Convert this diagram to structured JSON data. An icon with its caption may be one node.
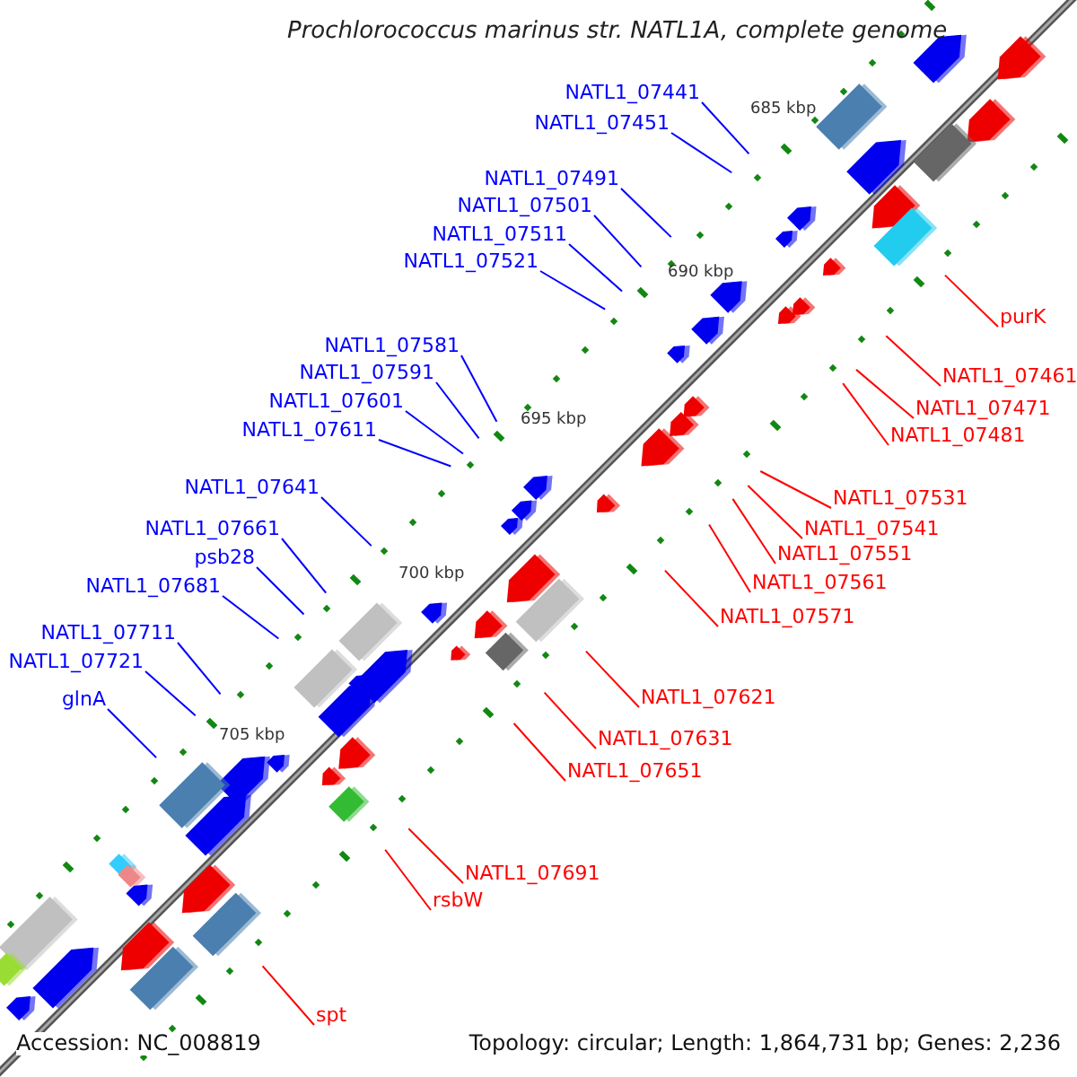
{
  "diagram": {
    "title": "Prochlorococcus marinus str. NATL1A, complete genome",
    "nodes": [
      {
        "text": [
          "NATL1_07441"
        ]
      },
      {
        "text": [
          "NATL1_07451"
        ]
      },
      {
        "text": [
          "NATL1_07491"
        ]
      },
      {
        "text": [
          "NATL1_07501"
        ]
      },
      {
        "text": [
          "NATL1_07511"
        ]
      },
      {
        "text": [
          "NATL1_07521"
        ]
      },
      {
        "text": [
          "NATL1_07581"
        ]
      },
      {
        "text": [
          "NATL1_07591"
        ]
      },
      {
        "text": [
          "NATL1_07601"
        ]
      },
      {
        "text": [
          "NATL1_07611"
        ]
      },
      {
        "text": [
          "NATL1_07641"
        ]
      },
      {
        "text": [
          "NATL1_07661"
        ]
      },
      {
        "text": [
          "psb28"
        ]
      },
      {
        "text": [
          "NATL1_07681"
        ]
      },
      {
        "text": [
          "NATL1_07711"
        ]
      },
      {
        "text": [
          "NATL1_07721"
        ]
      },
      {
        "text": [
          "glnA"
        ]
      },
      {
        "text": [
          "purK"
        ]
      },
      {
        "text": [
          "NATL1_07461"
        ]
      },
      {
        "text": [
          "NATL1_07471"
        ]
      },
      {
        "text": [
          "NATL1_07481"
        ]
      },
      {
        "text": [
          "NATL1_07531"
        ]
      },
      {
        "text": [
          "NATL1_07541"
        ]
      },
      {
        "text": [
          "NATL1_07551"
        ]
      },
      {
        "text": [
          "NATL1_07561"
        ]
      },
      {
        "text": [
          "NATL1_07571"
        ]
      },
      {
        "text": [
          "NATL1_07621"
        ]
      },
      {
        "text": [
          "NATL1_07631"
        ]
      },
      {
        "text": [
          "NATL1_07651"
        ]
      },
      {
        "text": [
          "NATL1_07691"
        ]
      },
      {
        "text": [
          "rsbW"
        ]
      },
      {
        "text": [
          "spt"
        ]
      }
    ],
    "edges": [
      {
        "from": 0,
        "to": null,
        "arrow": "none"
      },
      {
        "from": 1,
        "to": null,
        "arrow": "none"
      },
      {
        "from": 2,
        "to": null,
        "arrow": "none"
      },
      {
        "from": 3,
        "to": null,
        "arrow": "none"
      },
      {
        "from": 4,
        "to": null,
        "arrow": "none"
      },
      {
        "from": 5,
        "to": null,
        "arrow": "none"
      },
      {
        "from": 6,
        "to": null,
        "arrow": "none"
      },
      {
        "from": 7,
        "to": null,
        "arrow": "none"
      },
      {
        "from": 8,
        "to": null,
        "arrow": "none"
      },
      {
        "from": 9,
        "to": null,
        "arrow": "none"
      },
      {
        "from": 10,
        "to": null,
        "arrow": "none"
      },
      {
        "from": 11,
        "to": null,
        "arrow": "none"
      },
      {
        "from": 12,
        "to": null,
        "arrow": "none"
      },
      {
        "from": 13,
        "to": null,
        "arrow": "none"
      },
      {
        "from": 14,
        "to": null,
        "arrow": "none"
      },
      {
        "from": 15,
        "to": null,
        "arrow": "none"
      },
      {
        "from": 16,
        "to": null,
        "arrow": "none"
      },
      {
        "from": 17,
        "to": null,
        "arrow": "none",
        "color": "#ff0000"
      },
      {
        "from": 18,
        "to": null,
        "arrow": "none",
        "color": "#ff0000"
      },
      {
        "from": 19,
        "to": null,
        "arrow": "none",
        "color": "#ff0000"
      },
      {
        "from": 20,
        "to": null,
        "arrow": "none",
        "color": "#ff0000"
      },
      {
        "from": 21,
        "to": null,
        "arrow": "none",
        "color": "#ff0000"
      },
      {
        "from": 22,
        "to": null,
        "arrow": "none",
        "color": "#ff0000"
      },
      {
        "from": 23,
        "to": null,
        "arrow": "none",
        "color": "#ff0000"
      },
      {
        "from": 24,
        "to": null,
        "arrow": "none",
        "color": "#ff0000"
      },
      {
        "from": 25,
        "to": null,
        "arrow": "none",
        "color": "#ff0000"
      },
      {
        "from": 26,
        "to": null,
        "arrow": "none",
        "color": "#ff0000"
      },
      {
        "from": 27,
        "to": null,
        "arrow": "none",
        "color": "#ff0000"
      },
      {
        "from": 28,
        "to": null,
        "arrow": "none",
        "color": "#ff0000"
      },
      {
        "from": 29,
        "to": null,
        "arrow": "none",
        "color": "#ff0000"
      },
      {
        "from": 30,
        "to": null,
        "arrow": "none",
        "color": "#ff0000"
      },
      {
        "from": 31,
        "to": null,
        "arrow": "none",
        "color": "#ff0000"
      }
    ],
    "labels": [
      "685 kbp",
      "690 kbp",
      "695 kbp",
      "700 kbp",
      "705 kbp",
      "Accession: NC_008819",
      "Topology: circular; Length: 1,864,731 bp; Genes: 2,236"
    ]
  }
}
